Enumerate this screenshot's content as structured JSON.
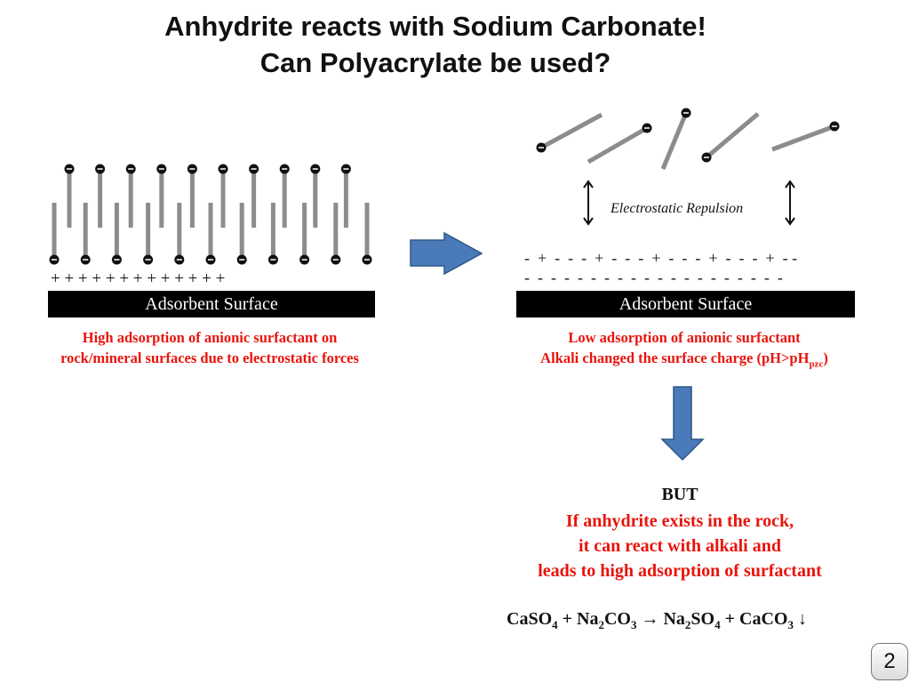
{
  "title": {
    "line1": "Anhydrite reacts with Sodium Carbonate!",
    "line2": "Can Polyacrylate be used?"
  },
  "left_panel": {
    "surface_label": "Adsorbent Surface",
    "surface_charges": "+ + + + + + + + + + + + +",
    "caption_line1": "High adsorption of anionic surfactant on",
    "caption_line2": "rock/mineral surfaces due to electrostatic forces",
    "top_row_count": 10,
    "bottom_row_count": 11
  },
  "right_panel": {
    "repulsion_label": "Electrostatic Repulsion",
    "charges_row1": "-  +  -  -  -  +  -  -  -  +  -  -  -  +  -  -  -  +  - -",
    "charges_row2": "-  -  -  -  -  -  -  -  -  -  -  -  -  -  -  -  -  -  -  -",
    "surface_label": "Adsorbent Surface",
    "caption_line1": "Low adsorption of anionic surfactant",
    "caption_line2_main": "Alkali changed the surface charge (pH>pH",
    "caption_line2_sub": "pzc",
    "caption_line2_end": ")"
  },
  "conclusion": {
    "but": "BUT",
    "line1": "If anhydrite exists in the rock,",
    "line2": "it can react with alkali and",
    "line3": "leads to high adsorption of surfactant"
  },
  "equation": {
    "parts": [
      "CaSO",
      "4",
      " + Na",
      "2",
      "CO",
      "3",
      " → Na",
      "2",
      "SO",
      "4",
      " + CaCO",
      "3",
      " ↓"
    ]
  },
  "page_number": "2",
  "colors": {
    "arrow_fill": "#4a7ab9",
    "arrow_stroke": "#2f5688",
    "caption_red": "#e8140c",
    "surfactant_tail": "#8c8c8c"
  }
}
